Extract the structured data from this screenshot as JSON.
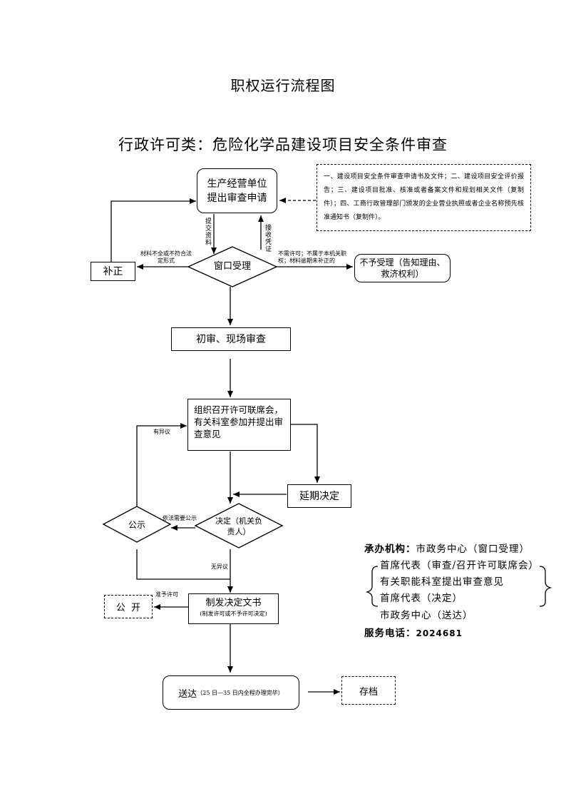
{
  "title": "职权运行流程图",
  "subtitle": "行政许可类：危险化学品建设项目安全条件审查",
  "nodes": {
    "apply": "生产经营单位提出审查申请",
    "materials_note": "一、建设项目安全条件审查申请书及文件；二、建设项目安全评价报告；三、建设项目批准、核准或者备案文件和规划相关文件（复制件）；四、工商行政管理部门颁发的企业营业执照或者企业名称预先核准通知书（复制件）。",
    "window": "窗口受理",
    "supplement": "补正",
    "reject": "不予受理（告知理由、救济权利）",
    "initial_review": "初审、现场审查",
    "joint_meeting": "组织召开许可联席会，有关科室参加并提出审查意见",
    "extend": "延期决定",
    "decision": "决定（机关负责人）",
    "publicity": "公示",
    "issue_doc": "制发决定文书",
    "issue_doc_note": "(制发许可或不予许可决定)",
    "disclose": "公  开",
    "deliver": "送达",
    "deliver_note": "（25 日—35 日内全程办理完毕）",
    "archive": "存档"
  },
  "edge_labels": {
    "submit": "提交资料",
    "receipt": "接收凭证",
    "incomplete": "材料不全或不符合法定形式",
    "no_permit": "不需许可；不属于本机关职权；材料逾期未补正的",
    "objection": "有异议",
    "need_publicity": "依法需要公示",
    "no_objection": "无异议",
    "grant": "准予许可"
  },
  "info": {
    "org_label": "承办机构：",
    "org_value": "市政务中心（窗口受理）",
    "items": [
      "首席代表（审查/召开许可联席会）",
      "有关职能科室提出审查意见",
      "首席代表（决定）"
    ],
    "last": "市政务中心（送达）",
    "phone_label": "服务电话：",
    "phone_value": "2024681"
  }
}
